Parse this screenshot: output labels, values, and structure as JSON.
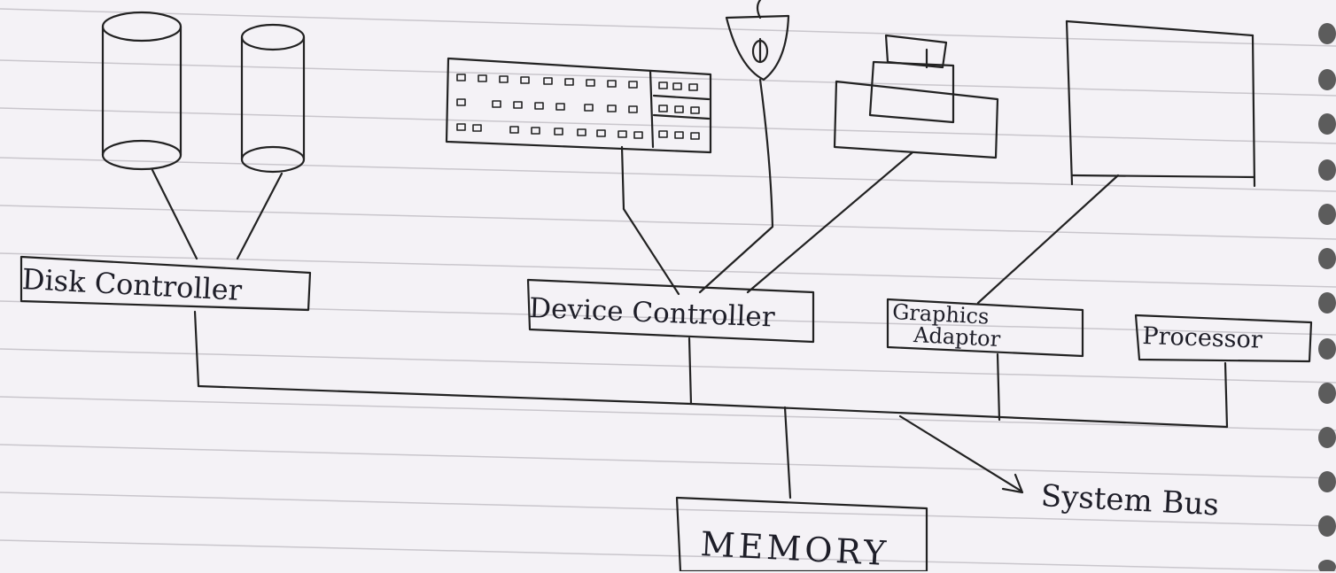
{
  "nodes": {
    "disk_controller": "Disk Controller",
    "device_controller": "Device Controller",
    "graphics_adaptor_line1": "Graphics",
    "graphics_adaptor_line2": "Adaptor",
    "processor": "Processor",
    "memory": "MEMORY"
  },
  "bus_label": "System Bus",
  "devices": [
    "disk-drive",
    "disk-drive",
    "keyboard",
    "mouse",
    "printer",
    "monitor"
  ]
}
